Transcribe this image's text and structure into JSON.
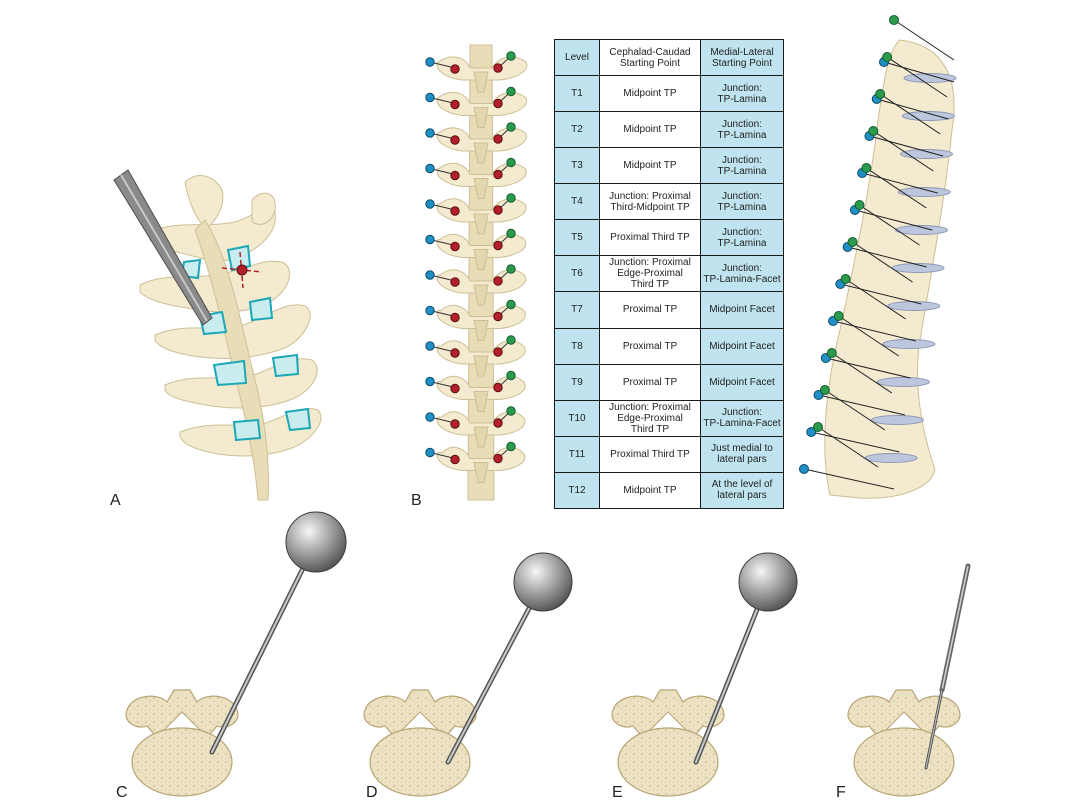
{
  "panel_labels": [
    "A",
    "B",
    "C",
    "D",
    "E",
    "F"
  ],
  "table": {
    "headers": [
      "Level",
      "Cephalad-Caudad\nStarting Point",
      "Medial-Lateral\nStarting Point"
    ],
    "rows": [
      {
        "level": "T1",
        "cc": "Midpoint TP",
        "ml": "Junction:\nTP-Lamina"
      },
      {
        "level": "T2",
        "cc": "Midpoint TP",
        "ml": "Junction:\nTP-Lamina"
      },
      {
        "level": "T3",
        "cc": "Midpoint TP",
        "ml": "Junction:\nTP-Lamina"
      },
      {
        "level": "T4",
        "cc": "Junction: Proximal\nThird-Midpoint TP",
        "ml": "Junction:\nTP-Lamina"
      },
      {
        "level": "T5",
        "cc": "Proximal Third TP",
        "ml": "Junction:\nTP-Lamina"
      },
      {
        "level": "T6",
        "cc": "Junction: Proximal\nEdge-Proximal\nThird TP",
        "ml": "Junction:\nTP-Lamina-Facet"
      },
      {
        "level": "T7",
        "cc": "Proximal TP",
        "ml": "Midpoint Facet"
      },
      {
        "level": "T8",
        "cc": "Proximal TP",
        "ml": "Midpoint Facet"
      },
      {
        "level": "T9",
        "cc": "Proximal TP",
        "ml": "Midpoint Facet"
      },
      {
        "level": "T10",
        "cc": "Junction: Proximal\nEdge-Proximal\nThird TP",
        "ml": "Junction:\nTP-Lamina-Facet"
      },
      {
        "level": "T11",
        "cc": "Proximal Third TP",
        "ml": "Just medial to\nlateral pars"
      },
      {
        "level": "T12",
        "cc": "Midpoint TP",
        "ml": "At the level of\nlateral pars"
      }
    ]
  },
  "colors": {
    "bone": "#f3ead0",
    "bone_outline": "#cdbf95",
    "facet_outline": "#1ba7b5",
    "marker_red": "#b3202a",
    "marker_blue": "#1f8fc4",
    "marker_green": "#2a9a4c",
    "table_blue": "#bfe3ef",
    "disc": "#bcc6dc",
    "probe": "#8a8a8a"
  },
  "icons": [
    "probe-instrument",
    "pedicle-finder-ball",
    "gearshift-probe"
  ]
}
